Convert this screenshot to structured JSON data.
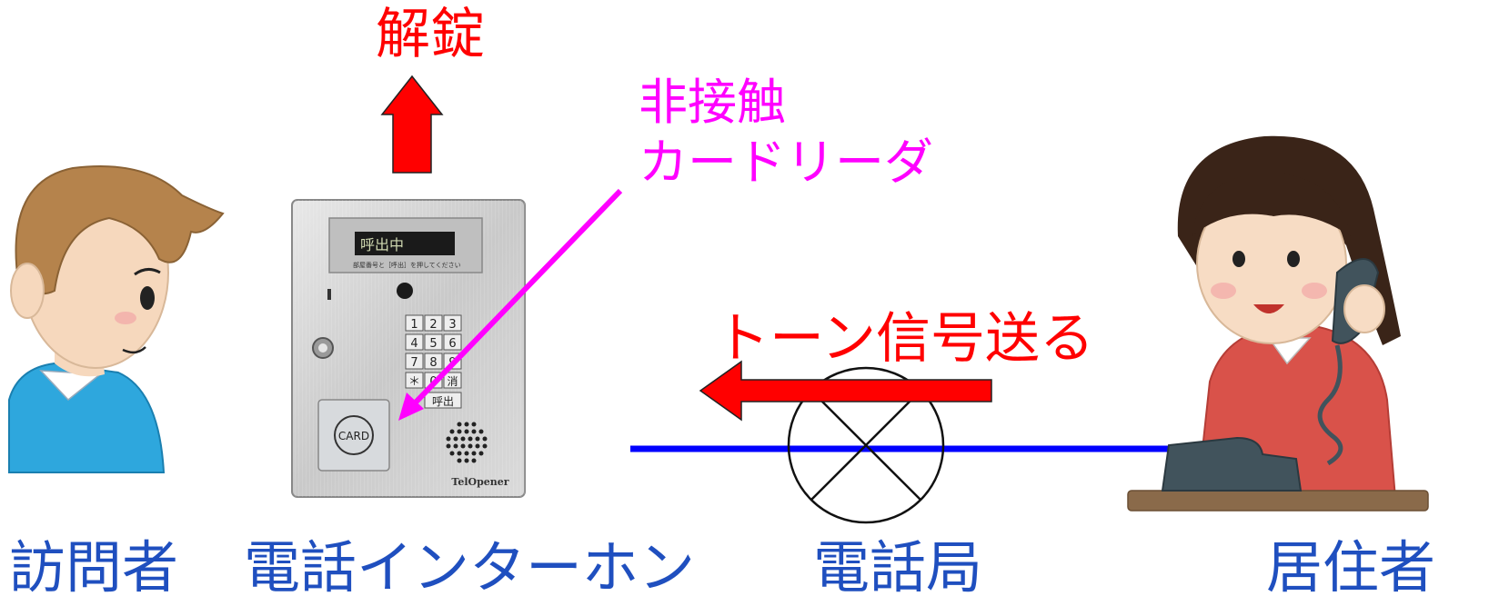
{
  "labels": {
    "unlock": "解錠",
    "card_reader_line1": "非接触",
    "card_reader_line2": "カードリーダ",
    "tone_signal": "トーン信号送る",
    "visitor": "訪問者",
    "intercom": "電話インターホン",
    "phone_office": "電話局",
    "resident": "居住者"
  },
  "intercom_panel": {
    "display_text": "呼出中",
    "instruction": "部屋番号と［呼出］を押してください",
    "keypad": [
      "1",
      "2",
      "3",
      "4",
      "5",
      "6",
      "7",
      "8",
      "9",
      "＊",
      "0",
      "消"
    ],
    "call_key": "呼出",
    "card_label": "CARD",
    "brand": "TelOpener"
  },
  "colors": {
    "arrow_red": "#ff0000",
    "pointer_magenta": "#ff00ff",
    "line_blue": "#0000ff",
    "label_blue": "#1f4fbf"
  }
}
